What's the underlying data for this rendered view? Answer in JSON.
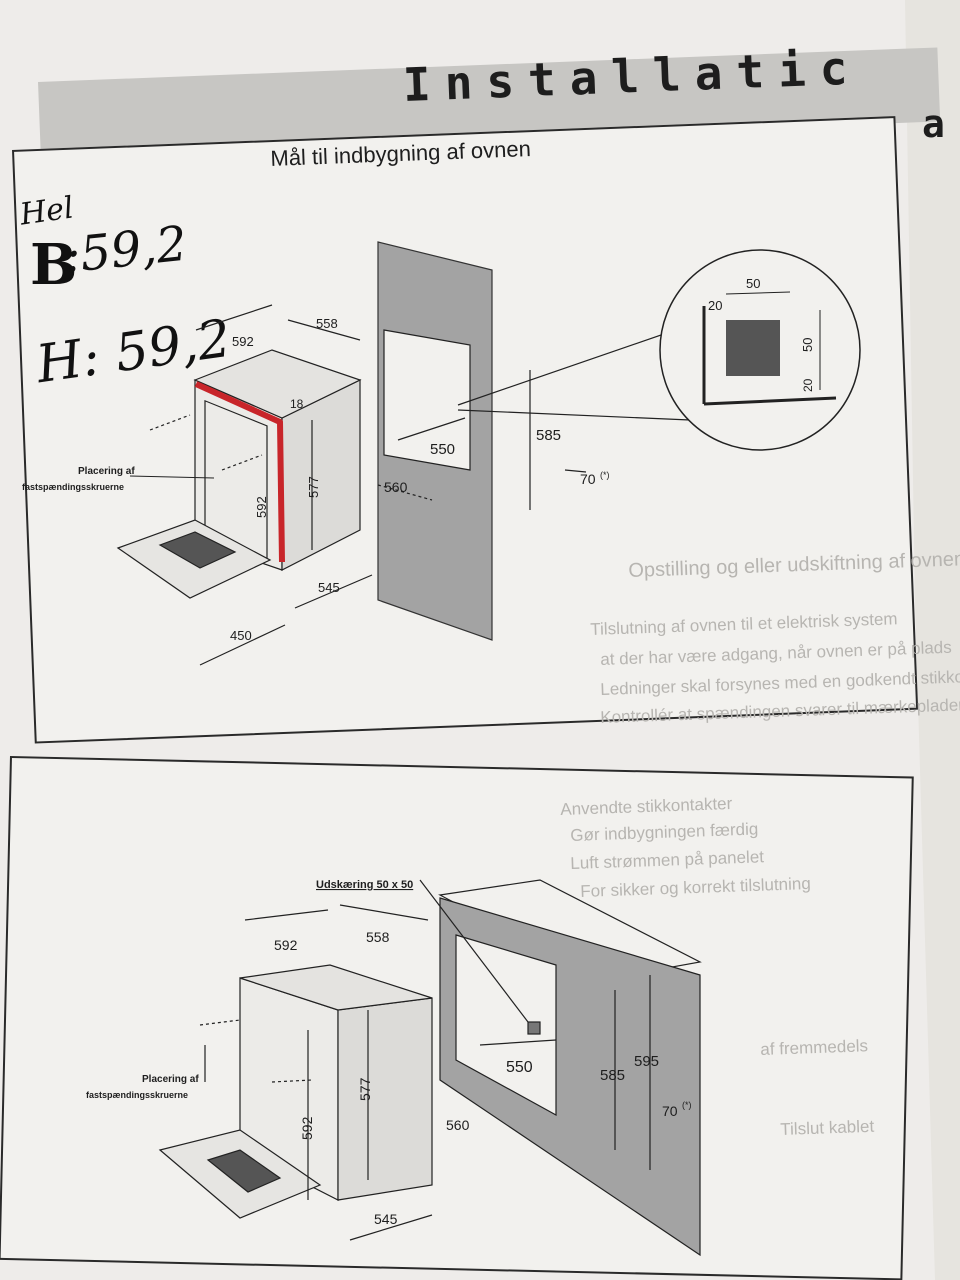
{
  "header": {
    "title": "Installatic",
    "edge_letter": "a"
  },
  "section_title": "Mål til indbygning af ovnen",
  "handwritten": {
    "line1": "Hel",
    "width_prefix": "B",
    "width_value": ":59,2",
    "height_value": "H: 59,2"
  },
  "top_diagram": {
    "dims": {
      "width_top": "592",
      "depth_top": "558",
      "front_offset": "18",
      "inner_height": "577",
      "front_height": "592",
      "depth_bottom": "545",
      "door_depth": "450",
      "niche_width": "550",
      "niche_height": "585",
      "niche_depth": "560",
      "vent": "70",
      "vent_note": "(*)"
    },
    "label_screws": "Placering af fastspændingsskruerne",
    "detail": {
      "width": "50",
      "left_margin": "20",
      "height": "50",
      "bottom_margin": "20"
    }
  },
  "bottom_diagram": {
    "cutout_label": "Udskæring 50 x 50",
    "dims": {
      "width_top": "592",
      "depth_top": "558",
      "inner_height": "577",
      "front_height": "592",
      "depth_bottom": "545",
      "niche_width": "550",
      "niche_depth": "560",
      "niche_height": "585",
      "total_height": "595",
      "vent": "70",
      "vent_note": "(*)"
    },
    "label_screws": "Placering af fastspændingsskruerne"
  },
  "ghost_text": [
    "Opstilling og eller udskiftning af ovnen",
    "Tilslutning af ovnen til et elektrisk system",
    "at der har være adgang, når ovnen er på plads",
    "Ledninger skal forsynes med en godkendt stikkontakt",
    "Kontrollér at spændingen svarer til mærkepladen",
    "Anvendte stikkontakter",
    "Gør indbygningen færdig",
    "Luft strømmen på panelet",
    "For sikker og korrekt tilslutning",
    "af fremmedels",
    "Tilslut kablet"
  ],
  "colors": {
    "paper": "#eeecea",
    "line": "#222222",
    "wall": "#9c9c9c",
    "marker": "#c8252a"
  }
}
